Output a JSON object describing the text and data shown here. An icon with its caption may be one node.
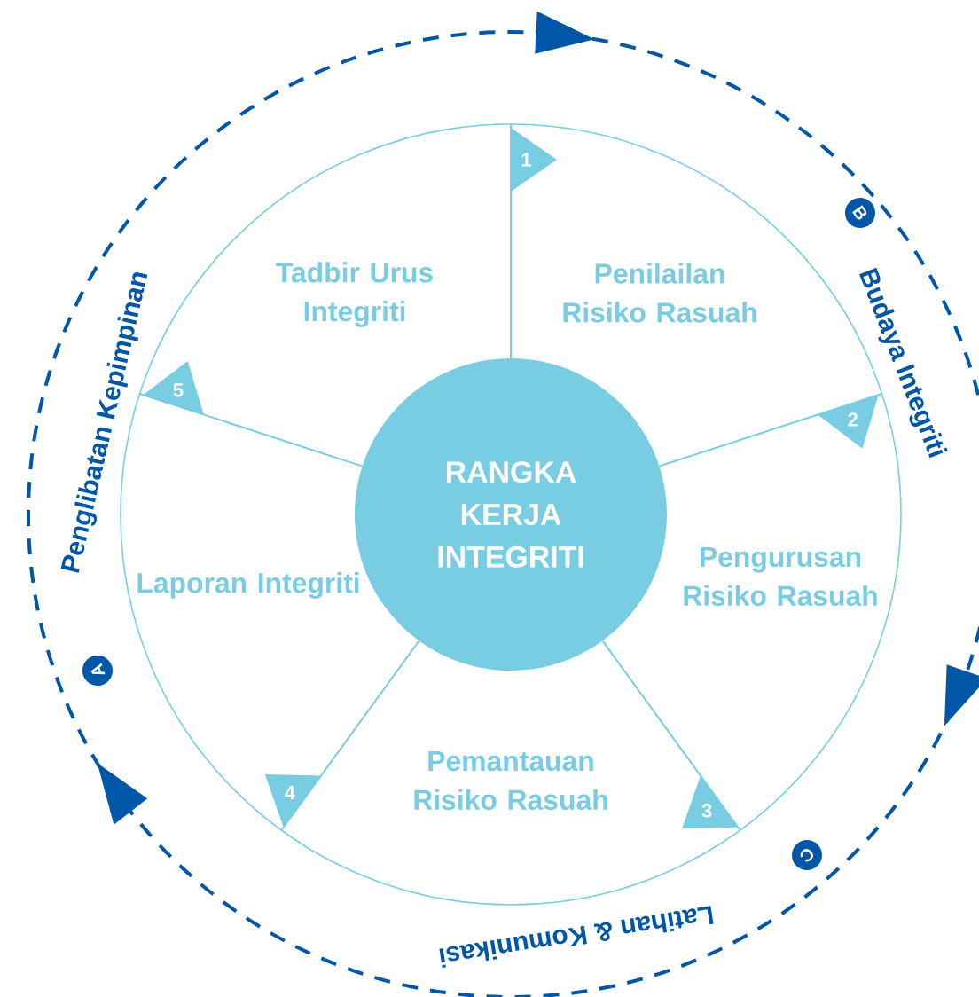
{
  "diagram": {
    "nodes": [
      {
        "text": [],
        "shape": "circle"
      },
      {
        "text": [
          "RANGKA KERJA INTEGRITI"
        ],
        "in": 0
      },
      {
        "text": [
          "1"
        ],
        "in": 0
      },
      {
        "text": [
          "2"
        ],
        "in": 0
      },
      {
        "text": [
          "3"
        ],
        "in": 0
      },
      {
        "text": [
          "4"
        ],
        "in": 0
      },
      {
        "text": [
          "5"
        ],
        "in": 0
      },
      {
        "text": [
          "A"
        ]
      },
      {
        "text": [
          "B"
        ]
      },
      {
        "text": [
          "C"
        ]
      }
    ],
    "labels": [
      "Tadbir Urus Integriti",
      "Penilailan Risiko Rasuah",
      "Laporan Integriti",
      "Pengurusan Risiko Rasuah",
      "Pemantauan Risiko Rasuah",
      "Penglibatan Kepimpinan",
      "Budaya Integriti",
      "Latihan & Komunikasi"
    ]
  }
}
